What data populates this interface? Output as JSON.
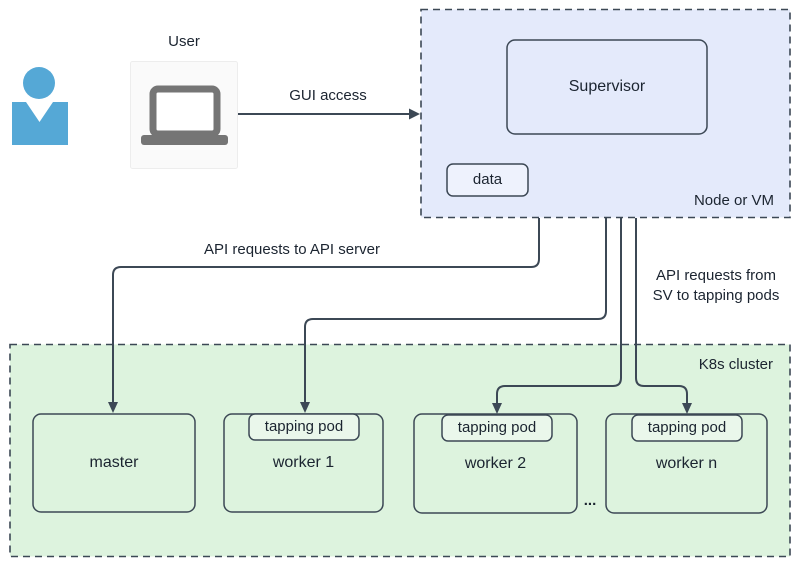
{
  "diagram_type": "architecture-diagram",
  "labels": {
    "user": "User",
    "gui_access": "GUI access",
    "supervisor": "Supervisor",
    "data": "data",
    "node_or_vm": "Node or VM",
    "api_to_server": "API requests to API server",
    "api_from_sv_line1": "API requests from",
    "api_from_sv_line2": "SV to tapping pods",
    "k8s_cluster": "K8s cluster",
    "master": "master",
    "worker1": "worker 1",
    "worker2": "worker 2",
    "workern": "worker n",
    "tapping_pod": "tapping pod",
    "ellipsis": "..."
  },
  "icons": {
    "person": "user-person-icon",
    "laptop": "laptop-icon"
  },
  "colors": {
    "node_vm_fill": "#e4eafb",
    "cluster_fill": "#ddf3de",
    "pod_fill": "#eaf7eb",
    "data_fill": "#eef2fd",
    "laptop_card_fill": "#fafafa",
    "person_blue": "#55a8d6",
    "laptop_gray": "#757575",
    "screen_fill": "#ffffff",
    "line": "#3c4855",
    "text": "#1b2430"
  }
}
